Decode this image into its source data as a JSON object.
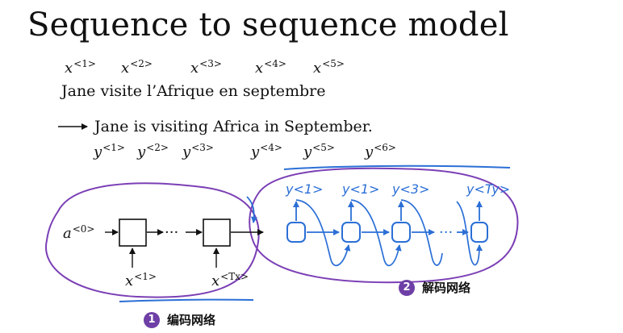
{
  "slide": {
    "title": "Sequence to sequence model",
    "source_sentence": "Jane visite l’Afrique en septembre",
    "target_sentence": "Jane is visiting Africa in September."
  },
  "input_labels": [
    {
      "base": "x",
      "sup": "<1>"
    },
    {
      "base": "x",
      "sup": "<2>"
    },
    {
      "base": "x",
      "sup": "<3>"
    },
    {
      "base": "x",
      "sup": "<4>"
    },
    {
      "base": "x",
      "sup": "<5>"
    }
  ],
  "output_labels": [
    {
      "base": "y",
      "sup": "<1>"
    },
    {
      "base": "y",
      "sup": "<2>"
    },
    {
      "base": "y",
      "sup": "<3>"
    },
    {
      "base": "y",
      "sup": "<4>"
    },
    {
      "base": "y",
      "sup": "<5>"
    },
    {
      "base": "y",
      "sup": "<6>"
    }
  ],
  "encoder": {
    "initial_state": {
      "base": "a",
      "sup": "<0>"
    },
    "input_first": {
      "base": "x",
      "sup": "<1>"
    },
    "input_last": {
      "base": "x",
      "sup": "<Tx>"
    },
    "ellipsis": "···"
  },
  "decoder_handwritten": {
    "outputs": [
      "y<1>",
      "y<1>",
      "y<3>",
      "y<Ty>"
    ],
    "ellipsis": "···"
  },
  "annotations": {
    "encoder_number": "1",
    "encoder_label": "编码网络",
    "decoder_number": "2",
    "decoder_label": "解码网络"
  },
  "colors": {
    "ink": "#111111",
    "handwriting_blue": "#2b6fd6",
    "ellipse_purple": "#7b3fb5",
    "badge_purple": "#6e3fa6"
  }
}
